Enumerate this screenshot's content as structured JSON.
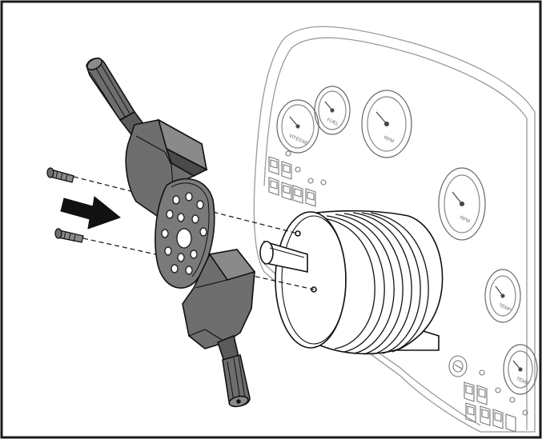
{
  "figure": {
    "frame_color": "#1a1a1a",
    "panel_line_color": "#9a9a9a",
    "part_fill": "#6e6e6e",
    "part_fill_dark": "#4a4a4a",
    "outline_color": "#111111",
    "arrow_color": "#111111",
    "gauges": [
      {
        "label": "VITESSE"
      },
      {
        "label": "FUEL"
      },
      {
        "label": "RPM"
      },
      {
        "label": "RPM"
      },
      {
        "label": "TEMP"
      },
      {
        "label": "TEMP"
      }
    ]
  }
}
